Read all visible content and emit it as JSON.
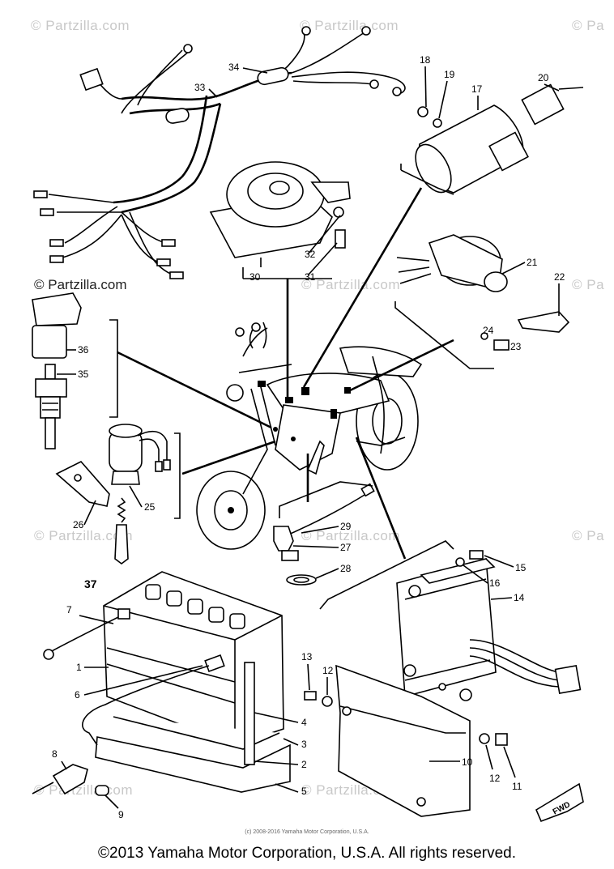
{
  "watermarks": [
    "© Partzilla.com",
    "© Partzilla.com",
    "© Pa",
    "© Partzilla.com",
    "© Partzilla.com",
    "© Pa",
    "© Partzilla.com",
    "© Partzilla.com",
    "© Pa",
    "© Partzilla.com",
    "© Partzilla.com"
  ],
  "callouts": [
    "1",
    "2",
    "3",
    "4",
    "5",
    "6",
    "7",
    "8",
    "9",
    "10",
    "11",
    "12",
    "12",
    "13",
    "14",
    "15",
    "16",
    "17",
    "18",
    "19",
    "20",
    "21",
    "22",
    "23",
    "24",
    "25",
    "26",
    "27",
    "28",
    "29",
    "30",
    "31",
    "32",
    "33",
    "34",
    "35",
    "36",
    "37"
  ],
  "badge": "FWD",
  "small_copyright": "(c) 2008-2016 Yamaha Motor Corporation, U.S.A.",
  "copyright": "©2013 Yamaha Motor Corporation, U.S.A. All rights reserved."
}
